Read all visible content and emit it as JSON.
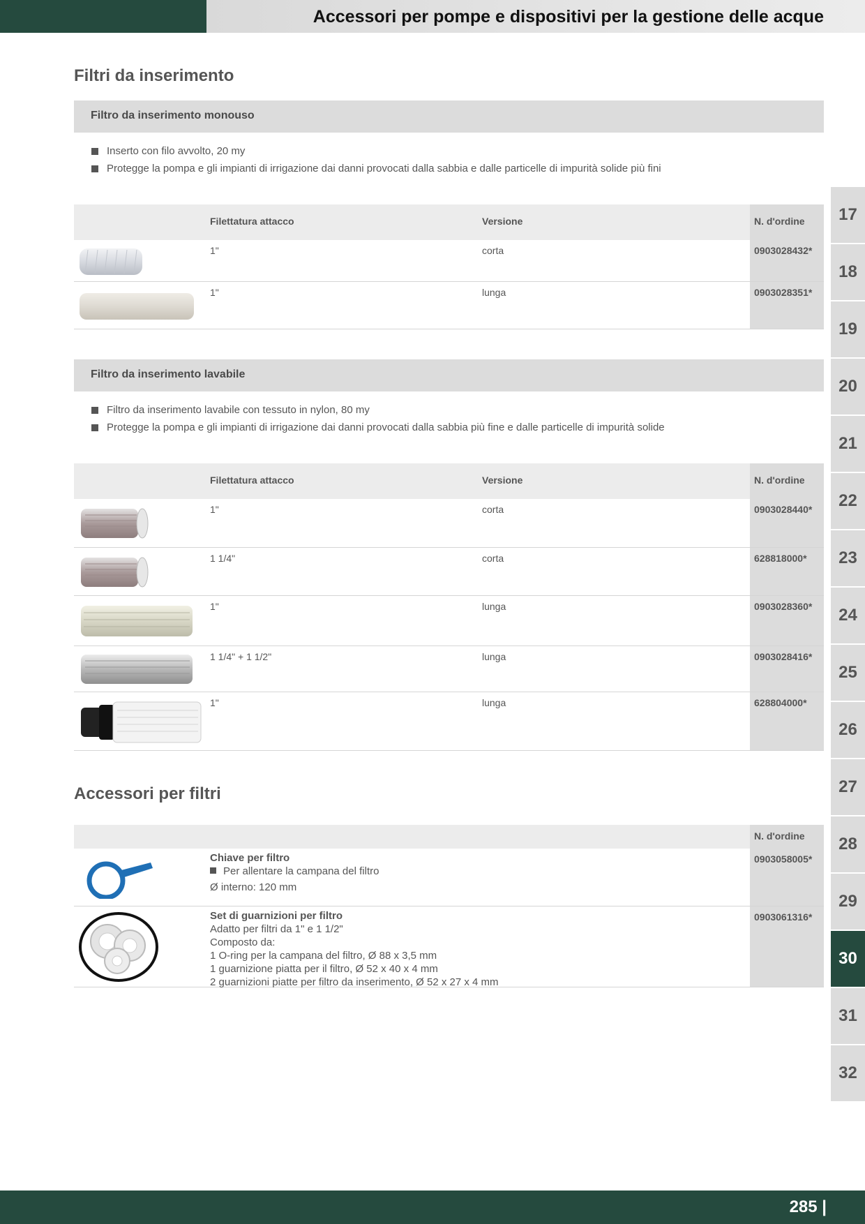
{
  "header": {
    "title": "Accessori per pompe e dispositivi per la gestione delle acque"
  },
  "section1": {
    "title": "Filtri da inserimento",
    "disposable": {
      "title": "Filtro da inserimento monouso",
      "bullets": [
        "Inserto con filo avvolto, 20 my",
        "Protegge la pompa e gli impianti di irrigazione dai danni provocati dalla sabbia e dalle particelle di impurità solide più fini"
      ],
      "columns": {
        "thread": "Filettatura attacco",
        "version": "Versione",
        "order": "N. d'ordine"
      },
      "rows": [
        {
          "image": "filter-cartridge-short",
          "thread": "1\"",
          "version": "corta",
          "order": "0903028432*"
        },
        {
          "image": "filter-cartridge-long",
          "thread": "1\"",
          "version": "lunga",
          "order": "0903028351*"
        }
      ]
    },
    "washable": {
      "title": "Filtro da inserimento lavabile",
      "bullets": [
        "Filtro da inserimento lavabile con tessuto in nylon, 80 my",
        "Protegge la pompa e gli impianti di irrigazione dai danni provocati dalla sabbia più fine e dalle particelle di impurità solide"
      ],
      "columns": {
        "thread": "Filettatura attacco",
        "version": "Versione",
        "order": "N. d'ordine"
      },
      "rows": [
        {
          "image": "mesh-filter-short",
          "thread": "1\"",
          "version": "corta",
          "order": "0903028440*"
        },
        {
          "image": "mesh-filter-short",
          "thread": "1 1/4\"",
          "version": "corta",
          "order": "628818000*"
        },
        {
          "image": "mesh-filter-long",
          "thread": "1\"",
          "version": "lunga",
          "order": "0903028360*"
        },
        {
          "image": "mesh-filter-long-grey",
          "thread": "1 1/4\" + 1 1/2\"",
          "version": "lunga",
          "order": "0903028416*"
        },
        {
          "image": "mesh-filter-with-adapter",
          "thread": "1\"",
          "version": "lunga",
          "order": "628804000*"
        }
      ]
    }
  },
  "section2": {
    "title": "Accessori per filtri",
    "columns": {
      "order": "N. d'ordine"
    },
    "wrench": {
      "image": "filter-wrench",
      "name": "Chiave per filtro",
      "bullet": "Per allentare la campana del filtro",
      "detail": "Ø interno: 120 mm",
      "order": "0903058005*"
    },
    "gaskets": {
      "image": "gasket-set",
      "name": "Set di guarnizioni per filtro",
      "lines": [
        "Adatto per filtri da 1\" e 1 1/2\"",
        "Composto da:",
        "1 O-ring per la campana del filtro, Ø 88 x 3,5 mm",
        "1 guarnizione piatta per il filtro, Ø 52 x 40 x 4 mm",
        "2 guarnizioni piatte per filtro da inserimento, Ø 52 x 27 x 4 mm"
      ],
      "order": "0903061316*"
    }
  },
  "side_tabs": [
    "17",
    "18",
    "19",
    "20",
    "21",
    "22",
    "23",
    "24",
    "25",
    "26",
    "27",
    "28",
    "29",
    "30",
    "31",
    "32"
  ],
  "active_tab": "30",
  "footer": {
    "page": "285 |"
  },
  "colors": {
    "brand": "#254a3e",
    "bar": "#dcdcdc",
    "header_row": "#ececec"
  }
}
